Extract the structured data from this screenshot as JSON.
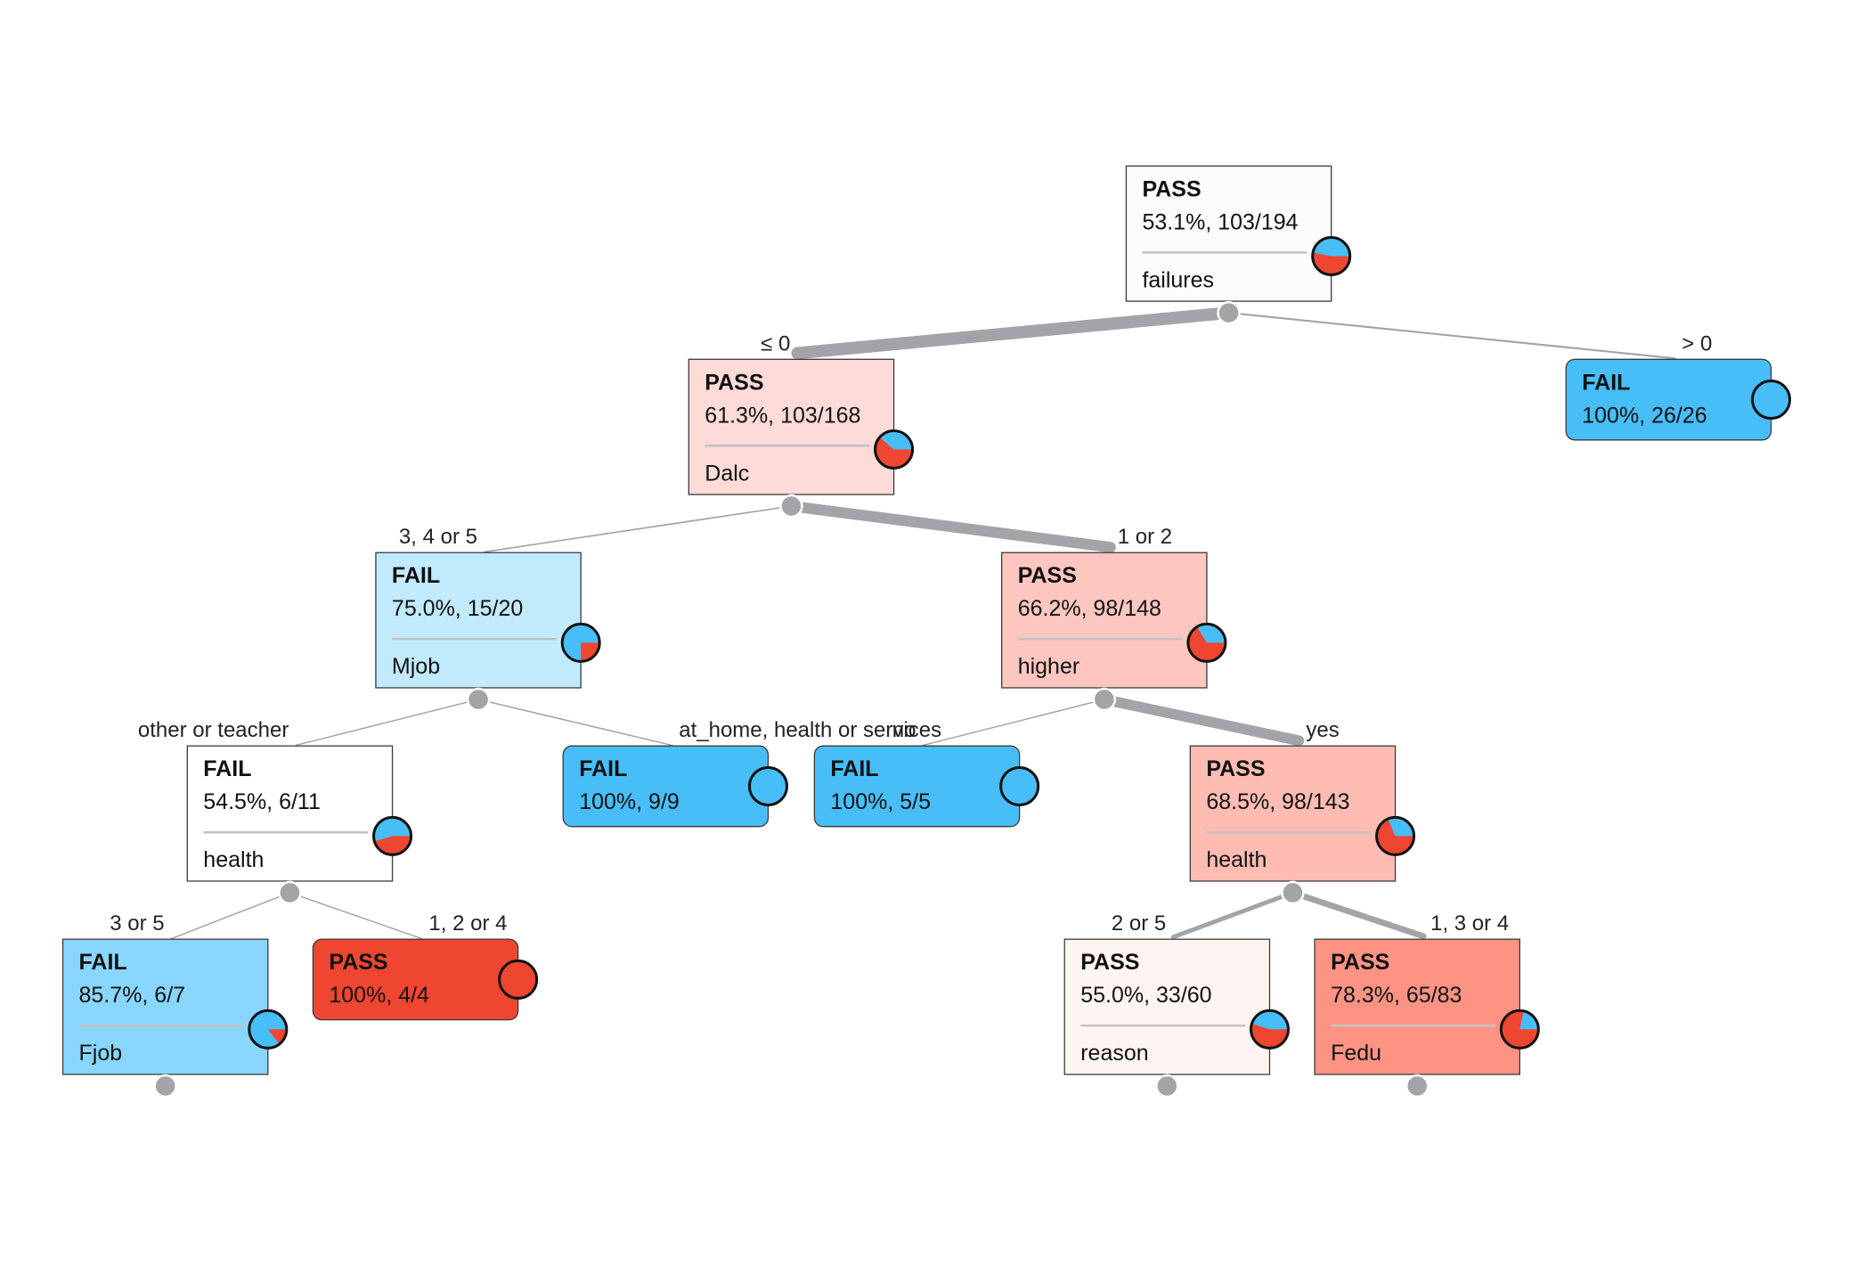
{
  "title": "Classification tree",
  "colors": {
    "pass": "#ee4630",
    "fail": "#48bef8",
    "edge": "#a3a3a8"
  },
  "classes": [
    "PASS",
    "FAIL"
  ],
  "nodes": [
    {
      "id": "root",
      "parent": null,
      "edge_label": "",
      "majority": "PASS",
      "stat": "53.1%, 103/194",
      "pass": 103,
      "total": 194,
      "split_attr": "failures",
      "fill": "#fefbfb",
      "leaf": false
    },
    {
      "id": "n1",
      "parent": "root",
      "edge_label": "≤ 0",
      "majority": "PASS",
      "stat": "61.3%, 103/168",
      "pass": 103,
      "total": 168,
      "split_attr": "Dalc",
      "fill": "#fddbd7",
      "leaf": false
    },
    {
      "id": "n2",
      "parent": "root",
      "edge_label": "> 0",
      "majority": "FAIL",
      "stat": "100%, 26/26",
      "pass": 0,
      "total": 26,
      "split_attr": "",
      "fill": "#48bef8",
      "leaf": true
    },
    {
      "id": "n3",
      "parent": "n1",
      "edge_label": "3, 4 or 5",
      "majority": "FAIL",
      "stat": "75.0%, 15/20",
      "pass": 5,
      "total": 20,
      "split_attr": "Mjob",
      "fill": "#c2eafd",
      "leaf": false
    },
    {
      "id": "n4",
      "parent": "n1",
      "edge_label": "1 or 2",
      "majority": "PASS",
      "stat": "66.2%, 98/148",
      "pass": 98,
      "total": 148,
      "split_attr": "higher",
      "fill": "#fdc7c0",
      "leaf": false
    },
    {
      "id": "n5",
      "parent": "n3",
      "edge_label": "other or teacher",
      "majority": "FAIL",
      "stat": "54.5%, 6/11",
      "pass": 5,
      "total": 11,
      "split_attr": "health",
      "fill": "#ffffff",
      "leaf": false
    },
    {
      "id": "n6",
      "parent": "n3",
      "edge_label": "at_home, health or services",
      "majority": "FAIL",
      "stat": "100%, 9/9",
      "pass": 0,
      "total": 9,
      "split_attr": "",
      "fill": "#48bef8",
      "leaf": true
    },
    {
      "id": "n7",
      "parent": "n4",
      "edge_label": "no",
      "majority": "FAIL",
      "stat": "100%, 5/5",
      "pass": 0,
      "total": 5,
      "split_attr": "",
      "fill": "#48bef8",
      "leaf": true
    },
    {
      "id": "n8",
      "parent": "n4",
      "edge_label": "yes",
      "majority": "PASS",
      "stat": "68.5%, 98/143",
      "pass": 98,
      "total": 143,
      "split_attr": "health",
      "fill": "#febcb3",
      "leaf": false
    },
    {
      "id": "n9",
      "parent": "n5",
      "edge_label": "3 or 5",
      "majority": "FAIL",
      "stat": "85.7%, 6/7",
      "pass": 1,
      "total": 7,
      "split_attr": "Fjob",
      "fill": "#89d6fd",
      "leaf": false,
      "collapsed": true
    },
    {
      "id": "n10",
      "parent": "n5",
      "edge_label": "1, 2 or 4",
      "majority": "PASS",
      "stat": "100%, 4/4",
      "pass": 4,
      "total": 4,
      "split_attr": "",
      "fill": "#ee4630",
      "leaf": true
    },
    {
      "id": "n11",
      "parent": "n8",
      "edge_label": "2 or 5",
      "majority": "PASS",
      "stat": "55.0%, 33/60",
      "pass": 33,
      "total": 60,
      "split_attr": "reason",
      "fill": "#fef5f3",
      "leaf": false,
      "collapsed": true
    },
    {
      "id": "n12",
      "parent": "n8",
      "edge_label": "1, 3 or 4",
      "majority": "PASS",
      "stat": "78.3%, 65/83",
      "pass": 65,
      "total": 83,
      "split_attr": "Fedu",
      "fill": "#fe9384",
      "leaf": false,
      "collapsed": true
    }
  ]
}
